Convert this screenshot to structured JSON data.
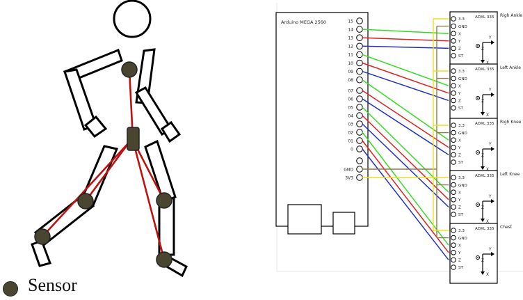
{
  "legend": {
    "label": "Sensor"
  },
  "colors": {
    "body_outline": "#000000",
    "sensor_fill": "#4a4530",
    "skeleton_line": "#c01010",
    "wire_green": "#33dd22",
    "wire_red": "#e02020",
    "wire_blue": "#2030c0",
    "wire_yellow": "#e8e020",
    "wire_gnd": "#8a7a50"
  },
  "board": {
    "title": "Arduino MEGA 2560",
    "pins_top": [
      "15",
      "14",
      "13",
      "12",
      "11",
      "10",
      "09",
      "08"
    ],
    "pins_mid": [
      "07",
      "06",
      "05",
      "04",
      "03",
      "02",
      "01",
      "0"
    ],
    "pins_power": [
      "",
      "GND",
      "3V3"
    ]
  },
  "modules": [
    {
      "model": "ADXL 335",
      "location": "Righ Ankle",
      "pins": [
        "3.3",
        "GND",
        "X",
        "Y",
        "Z",
        "ST"
      ],
      "axis_z": "Z",
      "axis_y": "Y",
      "axis_x": "X"
    },
    {
      "model": "ADXL 335",
      "location": "Left Ankle",
      "pins": [
        "3.3",
        "GND",
        "X",
        "Y",
        "Z",
        "ST"
      ],
      "axis_z": "Z",
      "axis_y": "Y",
      "axis_x": "X"
    },
    {
      "model": "ADXL 335",
      "location": "Righ Knee",
      "pins": [
        "3.3",
        "GND",
        "X",
        "Y",
        "Z",
        "ST"
      ],
      "axis_z": "Z",
      "axis_y": "Y",
      "axis_x": "X"
    },
    {
      "model": "ADXL 335",
      "location": "Left Knee",
      "pins": [
        "3.3",
        "GND",
        "X",
        "Y",
        "Z",
        "ST"
      ],
      "axis_z": "Z",
      "axis_y": "Y",
      "axis_x": "X"
    },
    {
      "model": "ADXL 335",
      "location": "Chest",
      "pins": [
        "3.3",
        "GND",
        "X",
        "Y",
        "Z",
        "ST"
      ],
      "axis_z": "Z",
      "axis_y": "Y",
      "axis_x": "X"
    }
  ]
}
